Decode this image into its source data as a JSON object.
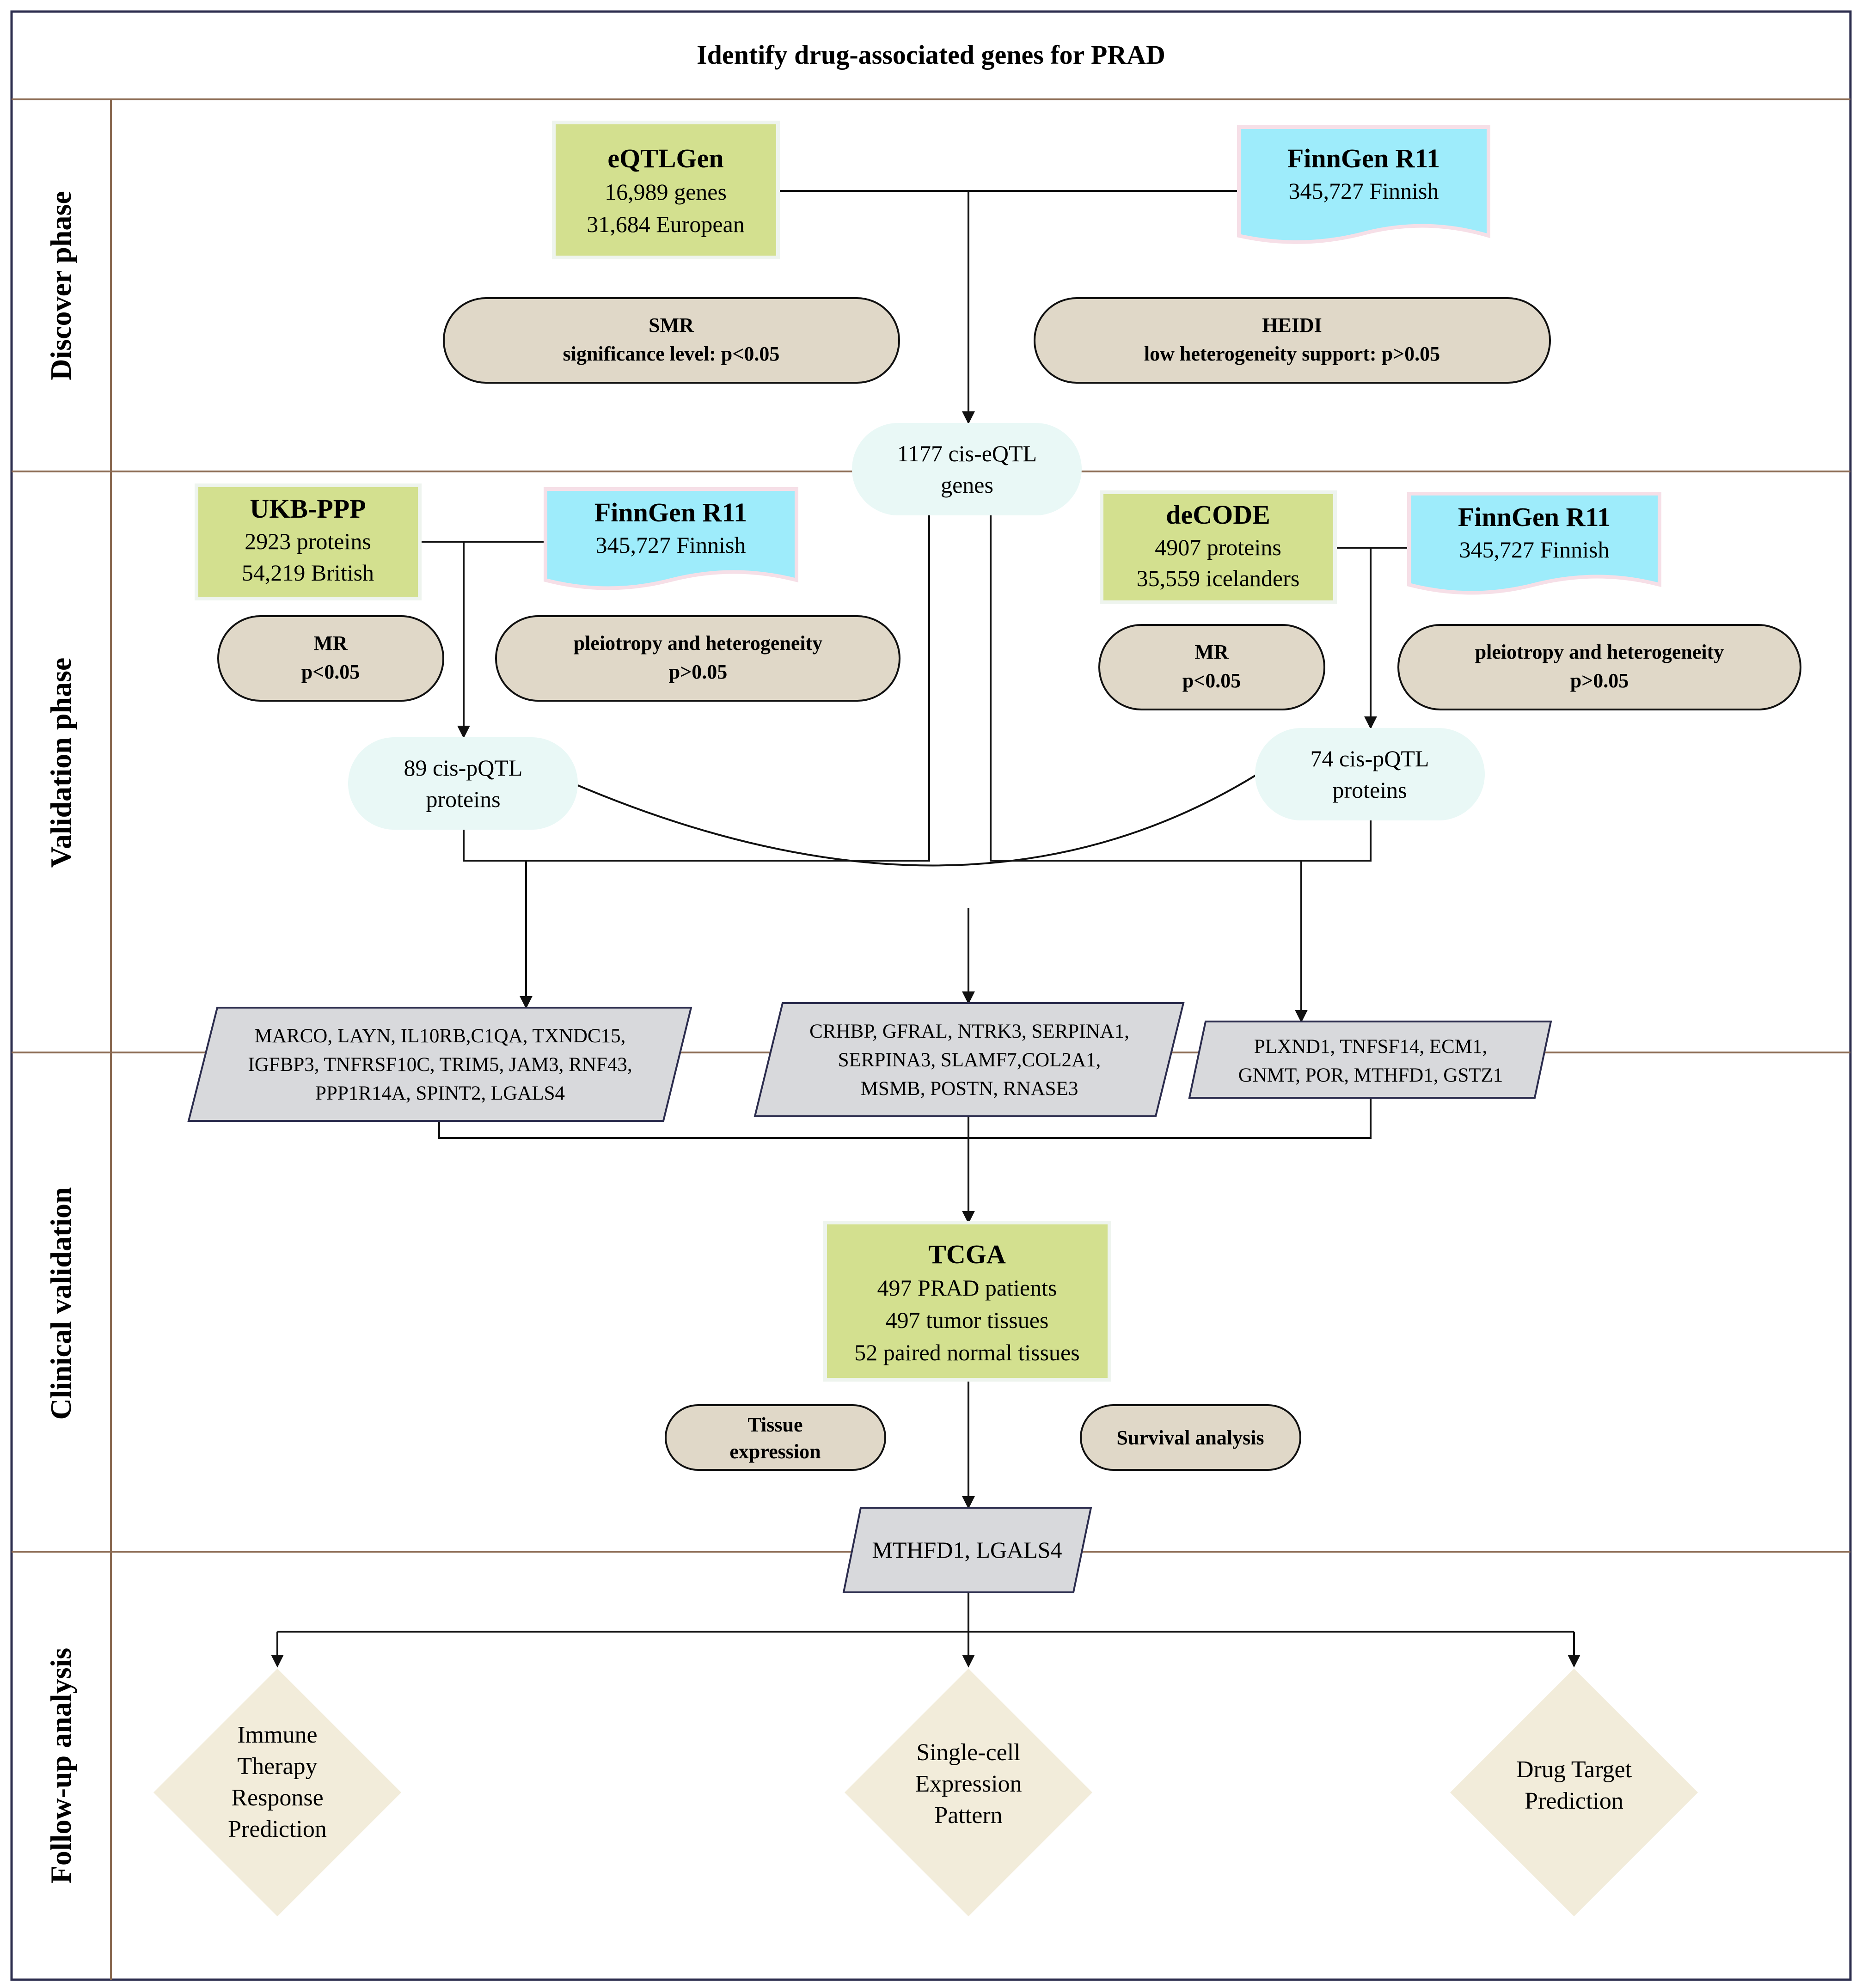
{
  "title": "Identify  drug-associated genes  for PRAD",
  "phases": {
    "discover": "Discover phase",
    "validation": "Validation phase",
    "clinical": "Clinical validation",
    "followup": "Follow-up analysis"
  },
  "eqtlgen": {
    "name": "eQTLGen",
    "line1": "16,989 genes",
    "line2": "31,684  European"
  },
  "finngen_top": {
    "name": "FinnGen R11",
    "line1": "345,727 Finnish"
  },
  "smr": {
    "line1": "SMR",
    "line2": "significance level: p<0.05"
  },
  "heidi": {
    "line1": "HEIDI",
    "line2": "low heterogeneity support: p>0.05"
  },
  "cis_eqtl": {
    "line1": "1177 cis-eQTL",
    "line2": "genes"
  },
  "ukb": {
    "name": "UKB-PPP",
    "line1": "2923 proteins",
    "line2": "54,219  British"
  },
  "finngen_left": {
    "name": "FinnGen R11",
    "line1": "345,727 Finnish"
  },
  "mr_left": {
    "line1": "MR",
    "line2": "p<0.05"
  },
  "pleio_left": {
    "line1": "pleiotropy  and heterogeneity",
    "line2": "p>0.05"
  },
  "cis_pqtl_left": {
    "line1": "89 cis-pQTL",
    "line2": "proteins"
  },
  "decode": {
    "name": "deCODE",
    "line1": "4907 proteins",
    "line2": "35,559  icelanders"
  },
  "finngen_right": {
    "name": "FinnGen R11",
    "line1": "345,727 Finnish"
  },
  "mr_right": {
    "line1": "MR",
    "line2": "p<0.05"
  },
  "pleio_right": {
    "line1": "pleiotropy  and heterogeneity",
    "line2": "p>0.05"
  },
  "cis_pqtl_right": {
    "line1": "74 cis-pQTL",
    "line2": "proteins"
  },
  "genes_left": {
    "line1": "MARCO, LAYN,  IL10RB,C1QA,  TXNDC15,",
    "line2": "IGFBP3,  TNFRSF10C,  TRIM5,  JAM3,  RNF43,",
    "line3": "PPP1R14A,  SPINT2,  LGALS4"
  },
  "genes_mid": {
    "line1": "CRHBP,  GFRAL,  NTRK3,  SERPINA1,",
    "line2": "SERPINA3,  SLAMF7,COL2A1,",
    "line3": "MSMB,  POSTN,   RNASE3"
  },
  "genes_right": {
    "line1": "PLXND1,  TNFSF14,  ECM1,",
    "line2": "GNMT,  POR,  MTHFD1,   GSTZ1"
  },
  "tcga": {
    "name": "TCGA",
    "line1": "497 PRAD patients",
    "line2": "497 tumor tissues",
    "line3": "52 paired normal tissues"
  },
  "tissue": {
    "line1": "Tissue",
    "line2": "expression"
  },
  "survival": {
    "line1": "Survival analysis"
  },
  "final_genes": {
    "line1": "MTHFD1,  LGALS4"
  },
  "immune": {
    "line1": "Immune",
    "line2": "Therapy",
    "line3": "Response",
    "line4": "Prediction"
  },
  "singlecell": {
    "line1": "Single-cell",
    "line2": "Expression",
    "line3": "Pattern"
  },
  "drugtarget": {
    "line1": "Drug Target",
    "line2": "Prediction"
  },
  "colors": {
    "border": "#2c2d4e",
    "divider": "#8b6a52",
    "green": "#d3e08f",
    "cyan": "#9eecfb",
    "pill": "#e0d8c8",
    "cloud": "#e9f8f6",
    "parallelogram": "#d8d9dc",
    "diamond": "#f2ecda"
  }
}
